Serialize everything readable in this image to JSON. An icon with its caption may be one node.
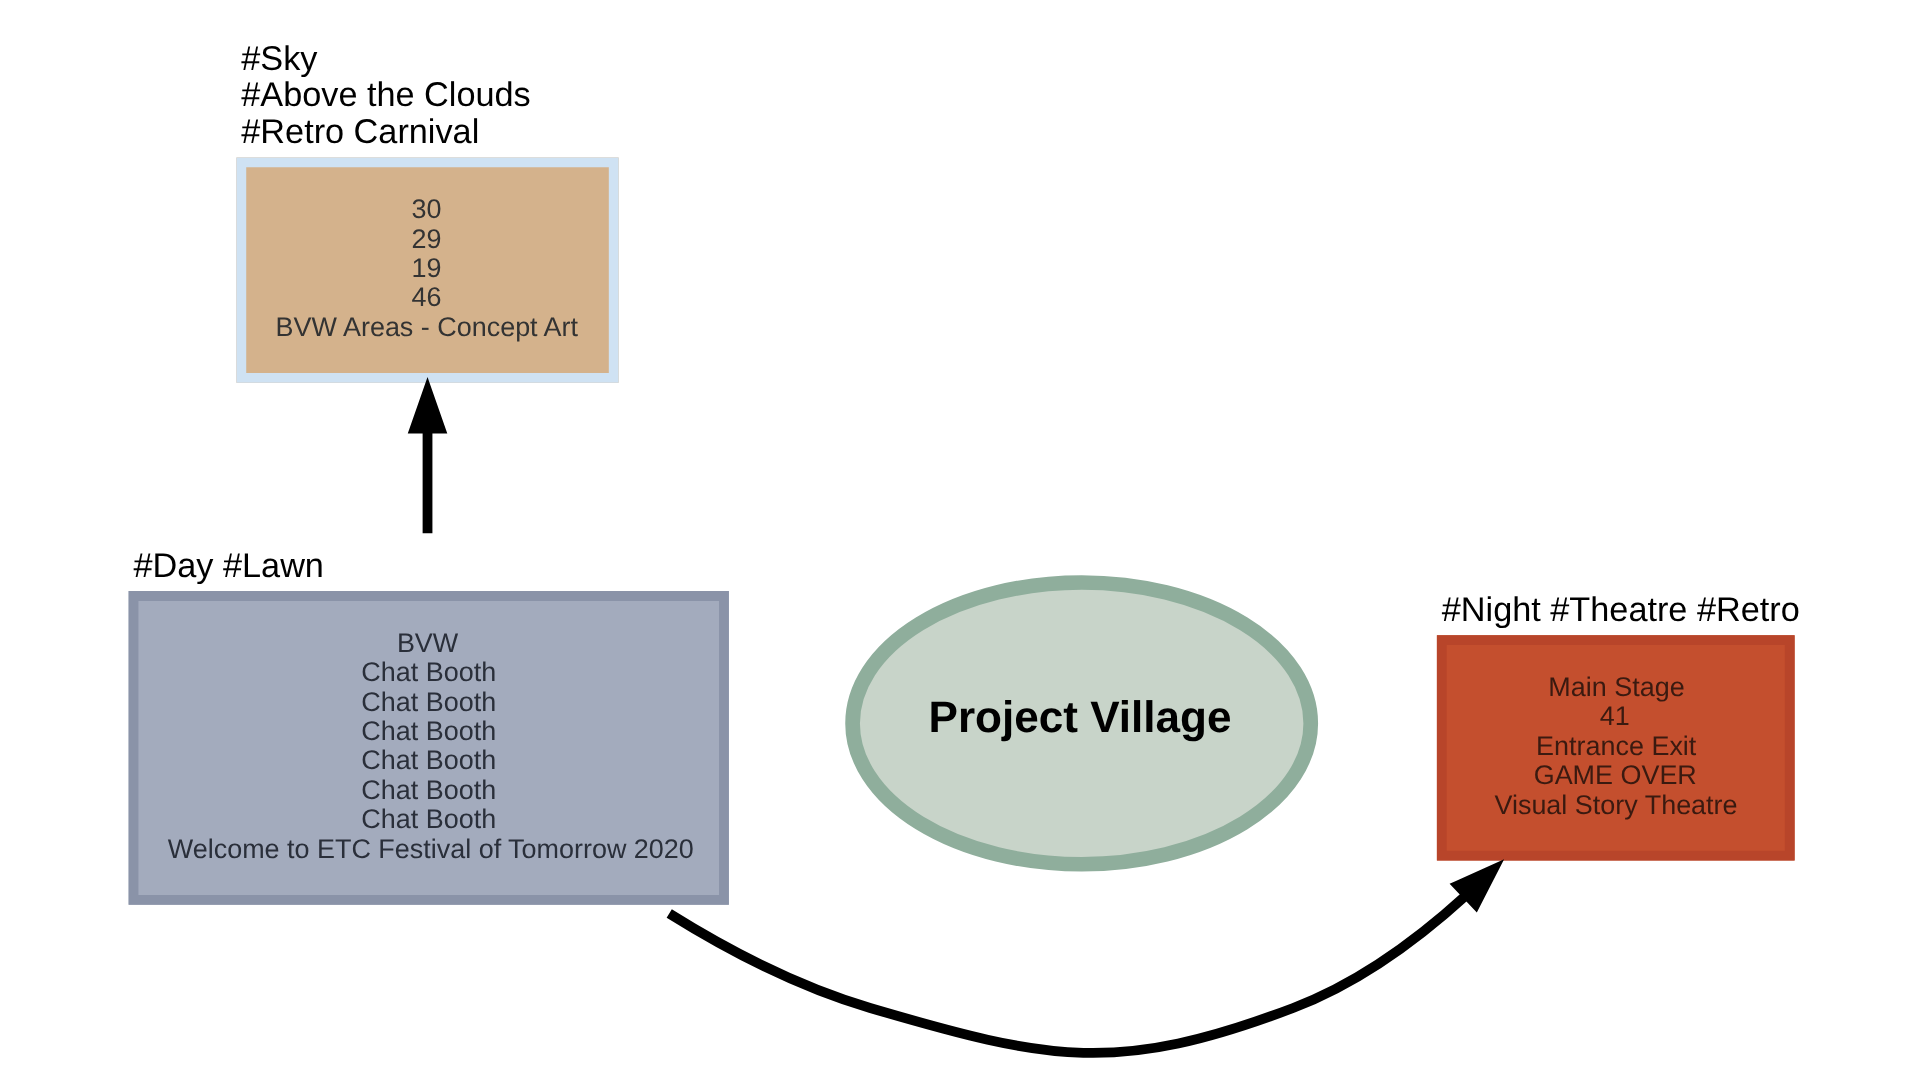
{
  "diagram": {
    "nodes": [
      {
        "text": [
          "30",
          "29",
          "19",
          "46",
          "BVW Areas - Concept Art"
        ],
        "beside": [
          "#Sky",
          "#Above the Clouds",
          "#Retro Carnival"
        ]
      },
      {
        "text": [
          "Main Stage",
          "41",
          "Entrance Exit",
          "GAME OVER",
          "Visual Story Theatre"
        ],
        "beside": [
          "#Night #Theatre #Retro"
        ]
      },
      {
        "text": [
          "BVW",
          "Chat Booth",
          "Chat Booth",
          "Chat Booth",
          "Chat Booth",
          "Chat Booth",
          "Chat Booth",
          "Welcome to ETC Festival of Tomorrow 2020"
        ],
        "beside": [
          "#Day #Lawn"
        ]
      },
      {
        "text": [
          "Project Village"
        ]
      }
    ],
    "edges": [
      {
        "from": 2,
        "to": 0,
        "arrow": "to"
      },
      {
        "from": 2,
        "to": 1,
        "arrow": "to"
      }
    ]
  }
}
